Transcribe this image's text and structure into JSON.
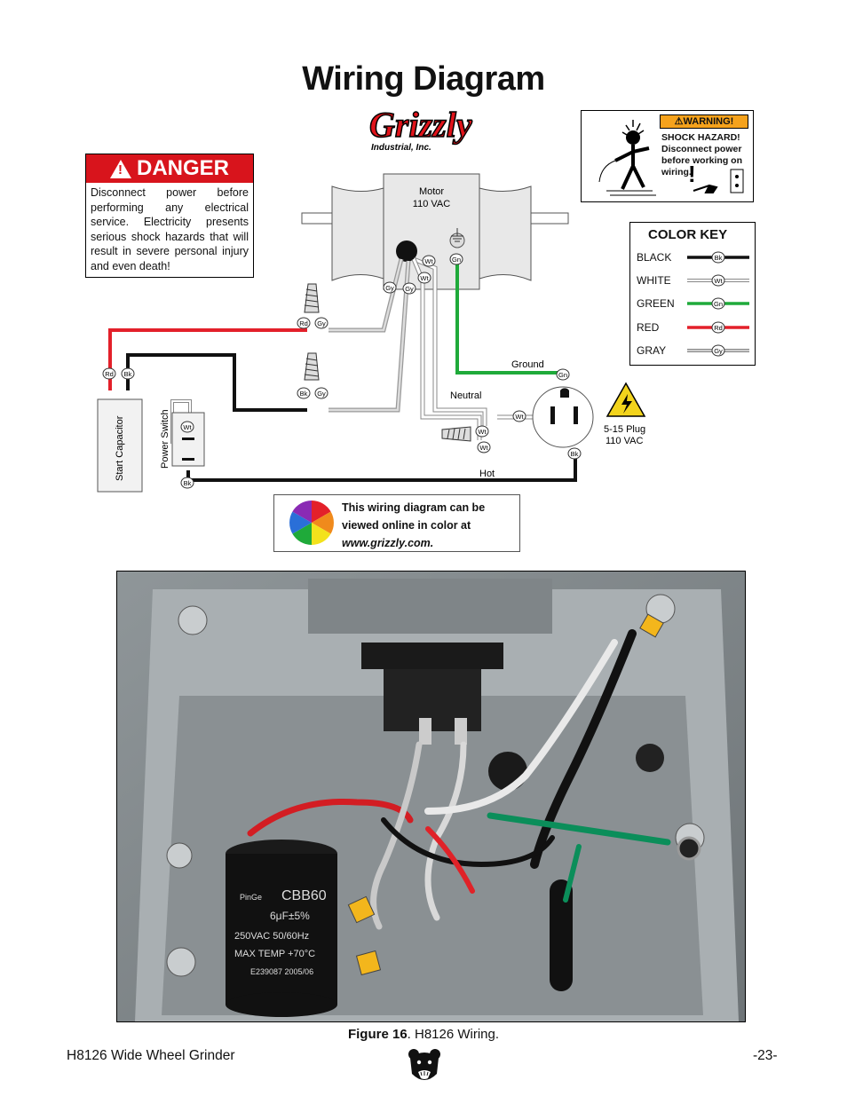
{
  "title": "Wiring Diagram",
  "logo": {
    "brand": "Grizzly",
    "sub": "Industrial, Inc."
  },
  "danger": {
    "label": "DANGER",
    "text": "Disconnect power before performing any electrical service. Electricity presents serious shock hazards that will result in severe personal injury and even death!"
  },
  "warning": {
    "label": "WARNING!",
    "text_line1": "SHOCK HAZARD!",
    "text_line2": "Disconnect power before working on wiring."
  },
  "color_key": {
    "title": "COLOR KEY",
    "items": [
      {
        "name": "BLACK",
        "code": "Bk",
        "color": "#111111"
      },
      {
        "name": "WHITE",
        "code": "Wt",
        "color": "#ffffff"
      },
      {
        "name": "GREEN",
        "code": "Gn",
        "color": "#1faa3a"
      },
      {
        "name": "RED",
        "code": "Rd",
        "color": "#e3202a"
      },
      {
        "name": "GRAY",
        "code": "Gy",
        "color": "#b4b4b4"
      }
    ]
  },
  "motor": {
    "line1": "Motor",
    "line2": "110 VAC"
  },
  "labels": {
    "ground": "Ground",
    "neutral": "Neutral",
    "hot": "Hot",
    "plug_line1": "5-15 Plug",
    "plug_line2": "110 VAC",
    "start_capacitor": "Start Capacitor",
    "power_switch": "Power Switch"
  },
  "wire_codes": {
    "motor_gy1": "Gy",
    "motor_gy2": "Gy",
    "motor_wt1": "Wt",
    "motor_wt2": "Wt",
    "motor_gn": "Gn",
    "nut1_rd": "Rd",
    "nut1_gy": "Gy",
    "nut2_bk": "Bk",
    "nut2_gy": "Gy",
    "cap_rd": "Rd",
    "cap_bk": "Bk",
    "switch_wt": "Wt",
    "switch_bk": "Bk",
    "nut3_wt1": "Wt",
    "nut3_wt2": "Wt",
    "plug_wt": "Wt",
    "plug_gn": "Gn",
    "plug_bk": "Bk"
  },
  "online_note": {
    "line1": "This wiring diagram can be",
    "line2": "viewed online in color at",
    "line3": "www.grizzly.com."
  },
  "photo_label": {
    "cap_brand": "PinGe",
    "cap_model": "CBB60",
    "cap_value": "6μF±5%",
    "cap_voltage": "250VAC 50/60Hz",
    "cap_temp": "MAX TEMP +70°C",
    "cap_code": "E239087 2005/06"
  },
  "caption": {
    "prefix": "Figure 16",
    "text": ". H8126 Wiring."
  },
  "footer": {
    "left": "H8126 Wide Wheel Grinder",
    "right": "-23-"
  }
}
